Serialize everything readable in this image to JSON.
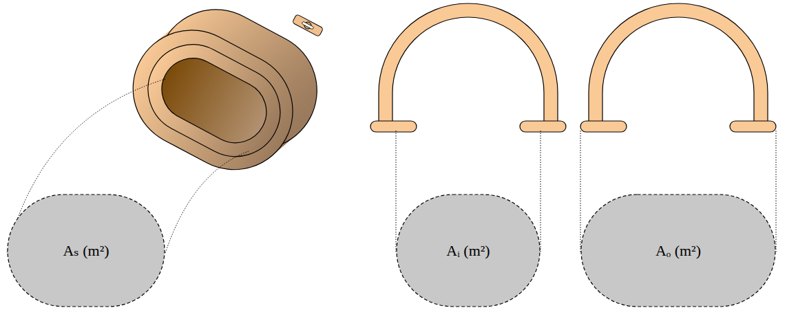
{
  "diagram": {
    "nodes": [
      {
        "text": [
          "Aₛ (m²)"
        ]
      },
      {
        "text": [
          "Aᵢ (m²)"
        ]
      },
      {
        "text": [
          "Aₒ (m²)"
        ]
      }
    ]
  }
}
